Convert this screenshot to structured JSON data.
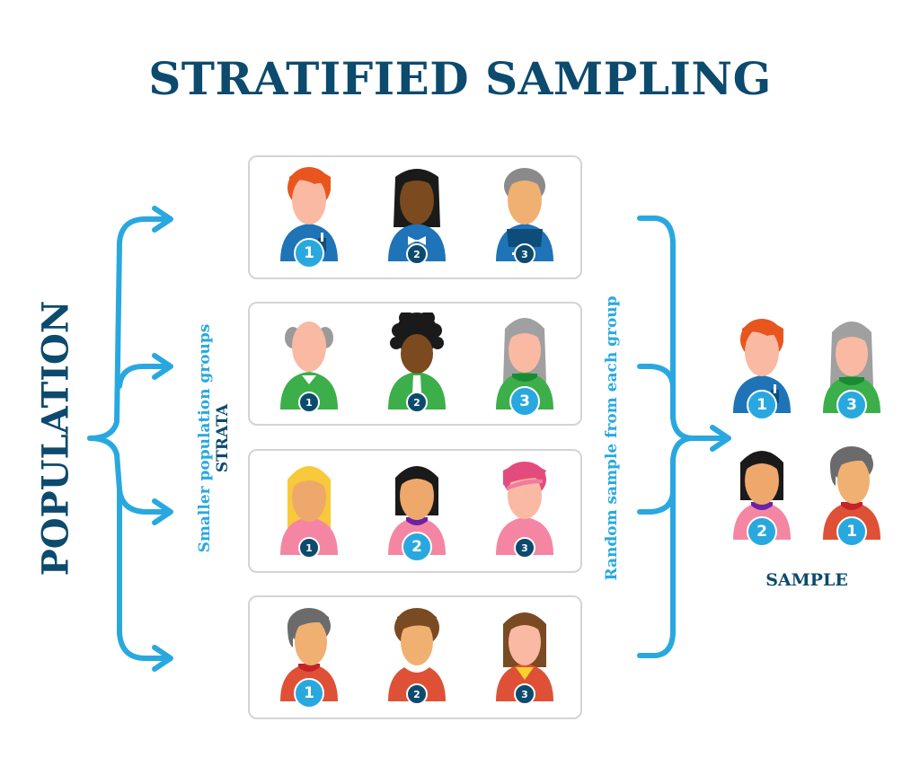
{
  "title": "STRATIFIED SAMPLING",
  "population_label": "POPULATION",
  "strata_label": {
    "subtitle": "Smaller population groups",
    "title": "STRATA"
  },
  "random_label": "Random sample from each group",
  "sample_label": "SAMPLE",
  "colors": {
    "title": "#0c4a6e",
    "accent": "#29a8e0",
    "box_border": "#d4d4d4"
  },
  "groups": [
    {
      "shirt": "#1f73b7",
      "members": [
        {
          "number": "1",
          "selected": true,
          "hair": "#e8561e",
          "skin": "#f9b9a3",
          "style": "short",
          "detail": "pocket"
        },
        {
          "number": "2",
          "selected": false,
          "hair": "#1a1a1a",
          "skin": "#7b4a1e",
          "style": "long",
          "detail": "bowtie"
        },
        {
          "number": "3",
          "selected": false,
          "hair": "#8a8a8a",
          "skin": "#f0b072",
          "style": "receding",
          "detail": "apron"
        }
      ]
    },
    {
      "shirt": "#3cae4a",
      "members": [
        {
          "number": "1",
          "selected": false,
          "hair": "#9a9a9a",
          "skin": "#f9b9a3",
          "style": "bald",
          "detail": "vneck"
        },
        {
          "number": "2",
          "selected": false,
          "hair": "#1a1a1a",
          "skin": "#7b4a1e",
          "style": "afro",
          "detail": "tie"
        },
        {
          "number": "3",
          "selected": true,
          "hair": "#a0a0a0",
          "skin": "#f9b9a3",
          "style": "long",
          "detail": "collar"
        }
      ]
    },
    {
      "shirt": "#f486a4",
      "members": [
        {
          "number": "1",
          "selected": false,
          "hair": "#f8c93a",
          "skin": "#eea86b",
          "style": "long",
          "detail": "none"
        },
        {
          "number": "2",
          "selected": true,
          "hair": "#1a1a1a",
          "skin": "#eea86b",
          "style": "bob",
          "detail": "purple-collar"
        },
        {
          "number": "3",
          "selected": false,
          "hair": "#e44b7d",
          "skin": "#f9b9a3",
          "style": "bangs",
          "detail": "none"
        }
      ]
    },
    {
      "shirt": "#de5136",
      "members": [
        {
          "number": "1",
          "selected": true,
          "hair": "#6b6b6b",
          "skin": "#f0b072",
          "style": "short-side",
          "detail": "red-collar"
        },
        {
          "number": "2",
          "selected": false,
          "hair": "#7a4a22",
          "skin": "#f0b072",
          "style": "short",
          "detail": "white-collar"
        },
        {
          "number": "3",
          "selected": false,
          "hair": "#7a4a22",
          "skin": "#f9b9a3",
          "style": "bob",
          "detail": "yellow-vneck"
        }
      ]
    }
  ],
  "sample": [
    {
      "number": "1",
      "from_group": 1
    },
    {
      "number": "3",
      "from_group": 2
    },
    {
      "number": "2",
      "from_group": 3
    },
    {
      "number": "1",
      "from_group": 4
    }
  ]
}
